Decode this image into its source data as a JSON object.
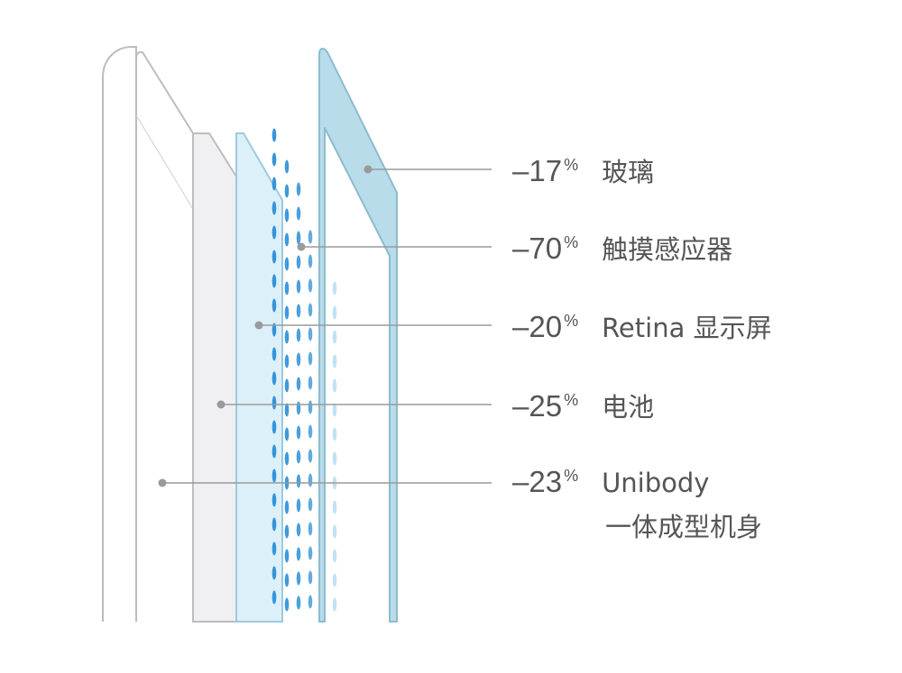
{
  "colors": {
    "outline": "#bdbdbd",
    "glass_fill": "#b9dcea",
    "glass_stroke": "#8bbccd",
    "display_fill": "#dcf0fa",
    "sensor_dots": "#2b8ed6",
    "sensor_dots_faint": "#b9dff2",
    "battery_fill": "#f0f0f2",
    "leader_line": "#9a9a9a",
    "text": "#555555"
  },
  "labels": [
    {
      "value": "–17",
      "unit": "%",
      "name": "玻璃"
    },
    {
      "value": "–70",
      "unit": "%",
      "name": "触摸感应器"
    },
    {
      "value": "–20",
      "unit": "%",
      "name": "Retina 显示屏"
    },
    {
      "value": "–25",
      "unit": "%",
      "name": "电池"
    },
    {
      "value": "–23",
      "unit": "%",
      "name": "Unibody",
      "name_line2": "一体成型机身"
    }
  ]
}
